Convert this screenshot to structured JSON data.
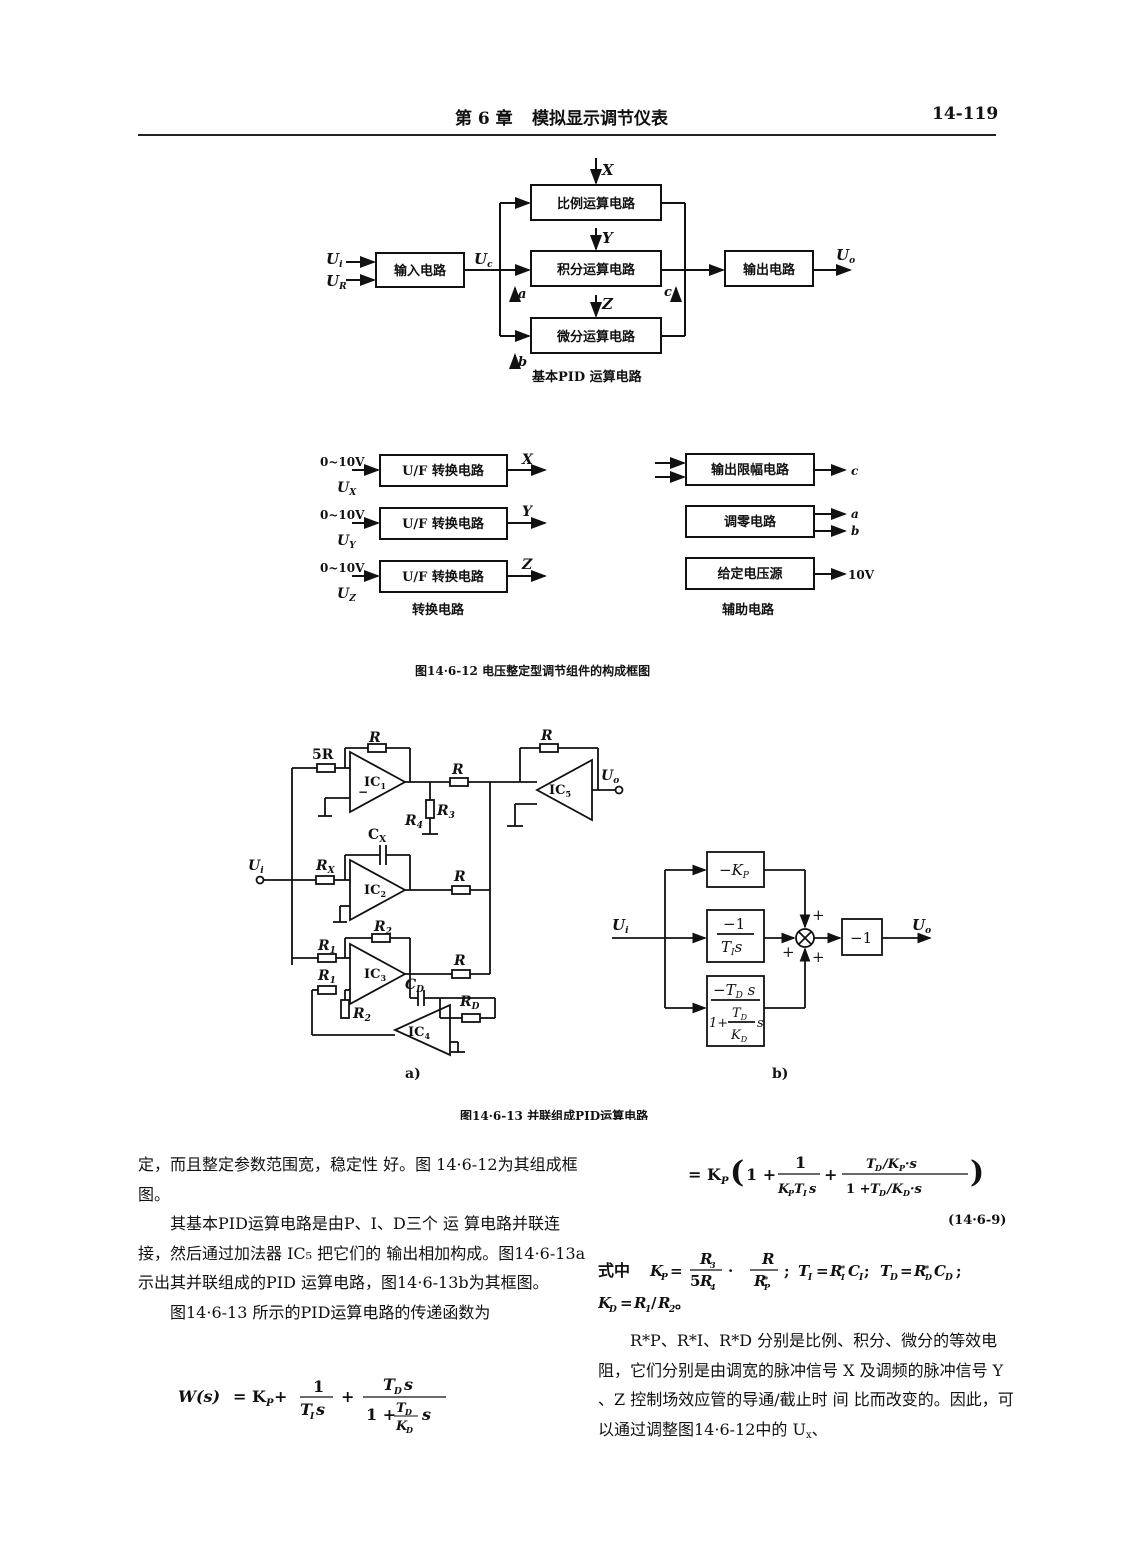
{
  "header": {
    "chapter": "第 6 章",
    "title": "模拟显示调节仪表",
    "page_number": "14-119"
  },
  "fig12": {
    "top_blocks": {
      "proportional": "比例运算电路",
      "integral": "积分运算电路",
      "derivative": "微分运算电路",
      "input": "输入电路",
      "output": "输出电路"
    },
    "top_signals": {
      "ui": "U",
      "ui_sub": "i",
      "ur": "U",
      "ur_sub": "R",
      "uc": "U",
      "uc_sub": "c",
      "uo": "U",
      "uo_sub": "o",
      "x": "X",
      "y": "Y",
      "z": "Z",
      "a": "a",
      "b": "b",
      "c": "c"
    },
    "top_caption": "基本PID 运算电路",
    "conv_blocks": [
      {
        "range": "0~10V",
        "signal": "U",
        "signal_sub": "X",
        "label": "U/F 转换电路",
        "out": "X"
      },
      {
        "range": "0~10V",
        "signal": "U",
        "signal_sub": "Y",
        "label": "U/F 转换电路",
        "out": "Y"
      },
      {
        "range": "0~10V",
        "signal": "U",
        "signal_sub": "Z",
        "label": "U/F 转换电路",
        "out": "Z"
      }
    ],
    "conv_caption": "转换电路",
    "aux_blocks": [
      {
        "label": "输出限幅电路",
        "out": [
          "c"
        ]
      },
      {
        "label": "调零电路",
        "out": [
          "a",
          "b"
        ]
      },
      {
        "label": "给定电压源",
        "out": [
          "10V"
        ]
      }
    ],
    "aux_caption": "辅助电路",
    "caption": "图14·6-12   电压整定型调节组件的构成框图"
  },
  "fig13": {
    "labels": {
      "r": "R",
      "r5": "5R",
      "r3": "R",
      "r3_sub": "3",
      "r4": "R",
      "r4_sub": "4",
      "ic1": "IC",
      "ic1_sub": "1",
      "ic2": "IC",
      "ic2_sub": "2",
      "ic3": "IC",
      "ic3_sub": "3",
      "ic4": "IC",
      "ic4_sub": "4",
      "ic5": "IC",
      "ic5_sub": "5",
      "cx": "C",
      "cx_sub": "X",
      "rx": "R",
      "rx_sub": "X",
      "r1": "R",
      "r1_sub": "1",
      "r2": "R",
      "r2_sub": "2",
      "cd": "C",
      "cd_sub": "D",
      "rd": "R",
      "rd_sub": "D",
      "ui": "U",
      "ui_sub": "i",
      "uo": "U",
      "uo_sub": "o"
    },
    "block_labels": {
      "kp": "−K",
      "kp_sub": "P",
      "int_num": "−1",
      "int_den": "T",
      "int_den_sub": "I",
      "int_den_tail": "s",
      "der_num": "−T",
      "der_num_sub": "D",
      "der_num_tail": " s",
      "der_den_head": "1+",
      "der_td": "T",
      "der_td_sub": "D",
      "der_kd": "K",
      "der_kd_sub": "D",
      "der_den_tail": "s",
      "neg1": "−1",
      "plus": "+",
      "ui": "U",
      "ui_sub": "i",
      "uo": "U",
      "uo_sub": "o"
    },
    "sub_a": "a)",
    "sub_b": "b)",
    "caption": "图14·6-13   并联组成PID运算电路"
  },
  "text": {
    "left_p1": "定，而且整定参数范围宽，稳定性 好。图 14·6-12为其组成框图。",
    "left_p2": "其基本PID运算电路是由P、I、D三个 运 算电路并联连接，然后通过加法器 IC₅ 把它们的 输出相加构成。图14·6-13a示出其并联组成的PID 运算电路，图14·6-13b为其框图。",
    "left_p3": "图14·6-13 所示的PID运算电路的传递函数为",
    "eq_w_lhs": "W(s)",
    "eq_number": "(14·6-9)",
    "where_prefix": "式中",
    "kd_def": "K",
    "right_p2": "R*P、R*I、R*D 分别是比例、积分、微分的等效电阻，它们分别是由调宽的脉冲信号 X 及调频的脉冲信号 Y 、Z 控制场效应管的导通/截止时 间 比而改变的。因此，可以通过调整图14·6-12中的 U",
    "right_p2_tail": "、"
  }
}
